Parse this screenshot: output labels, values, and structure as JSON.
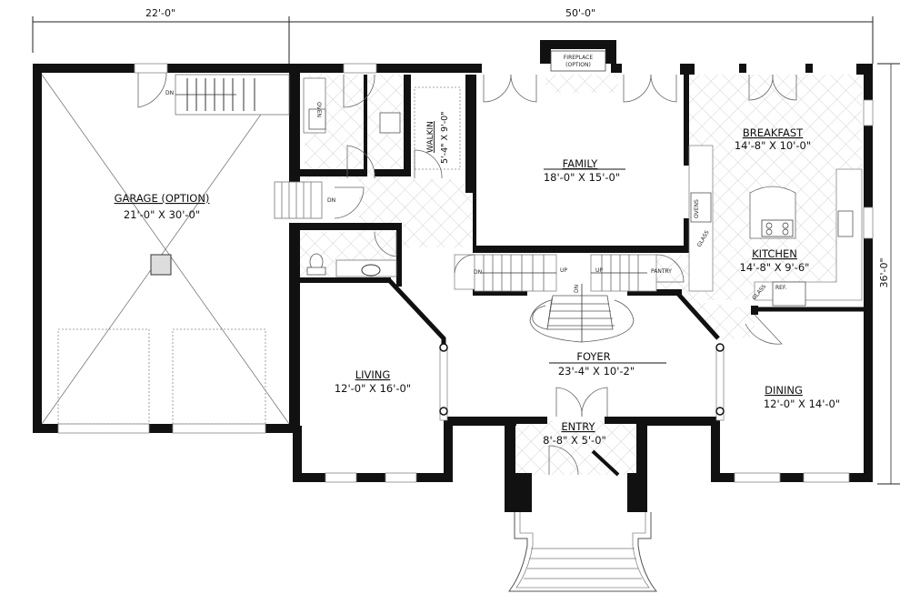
{
  "plan": {
    "dimensions": {
      "top_left": "22'-0\"",
      "top_right": "50'-0\"",
      "right_side": "36'-0\""
    },
    "rooms": {
      "garage": {
        "name": "GARAGE (OPTION)",
        "size": "21'-0\" X 30'-0\""
      },
      "family": {
        "name": "FAMILY",
        "size": "18'-0\" X 15'-0\""
      },
      "breakfast": {
        "name": "BREAKFAST",
        "size": "14'-8\" X 10'-0\""
      },
      "kitchen": {
        "name": "KITCHEN",
        "size": "14'-8\" X 9'-6\""
      },
      "walkin": {
        "name": "WALKIN",
        "size": "5'-4\" X 9'-0\""
      },
      "living": {
        "name": "LIVING",
        "size": "12'-0\" X 16'-0\""
      },
      "foyer": {
        "name": "FOYER",
        "size": "23'-4\" X 10'-2\""
      },
      "entry": {
        "name": "ENTRY",
        "size": "8'-8\" X 5'-0\""
      },
      "dining": {
        "name": "DINING",
        "size": "12'-0\" X 14'-0\""
      }
    },
    "annotations": {
      "fireplace_line1": "FIREPLACE",
      "fireplace_line2": "(OPTION)",
      "pantry": "PANTRY",
      "ovens": "OVENS",
      "glass": "GLASS",
      "glass2": "GLASS",
      "ref": "REF.",
      "oven_small": "OVEN",
      "up_left": "UP",
      "up_right": "UP",
      "dn_stairs": "DN",
      "dn_center": "DN",
      "dn_garage": "DN",
      "dn_back": "DN"
    }
  }
}
